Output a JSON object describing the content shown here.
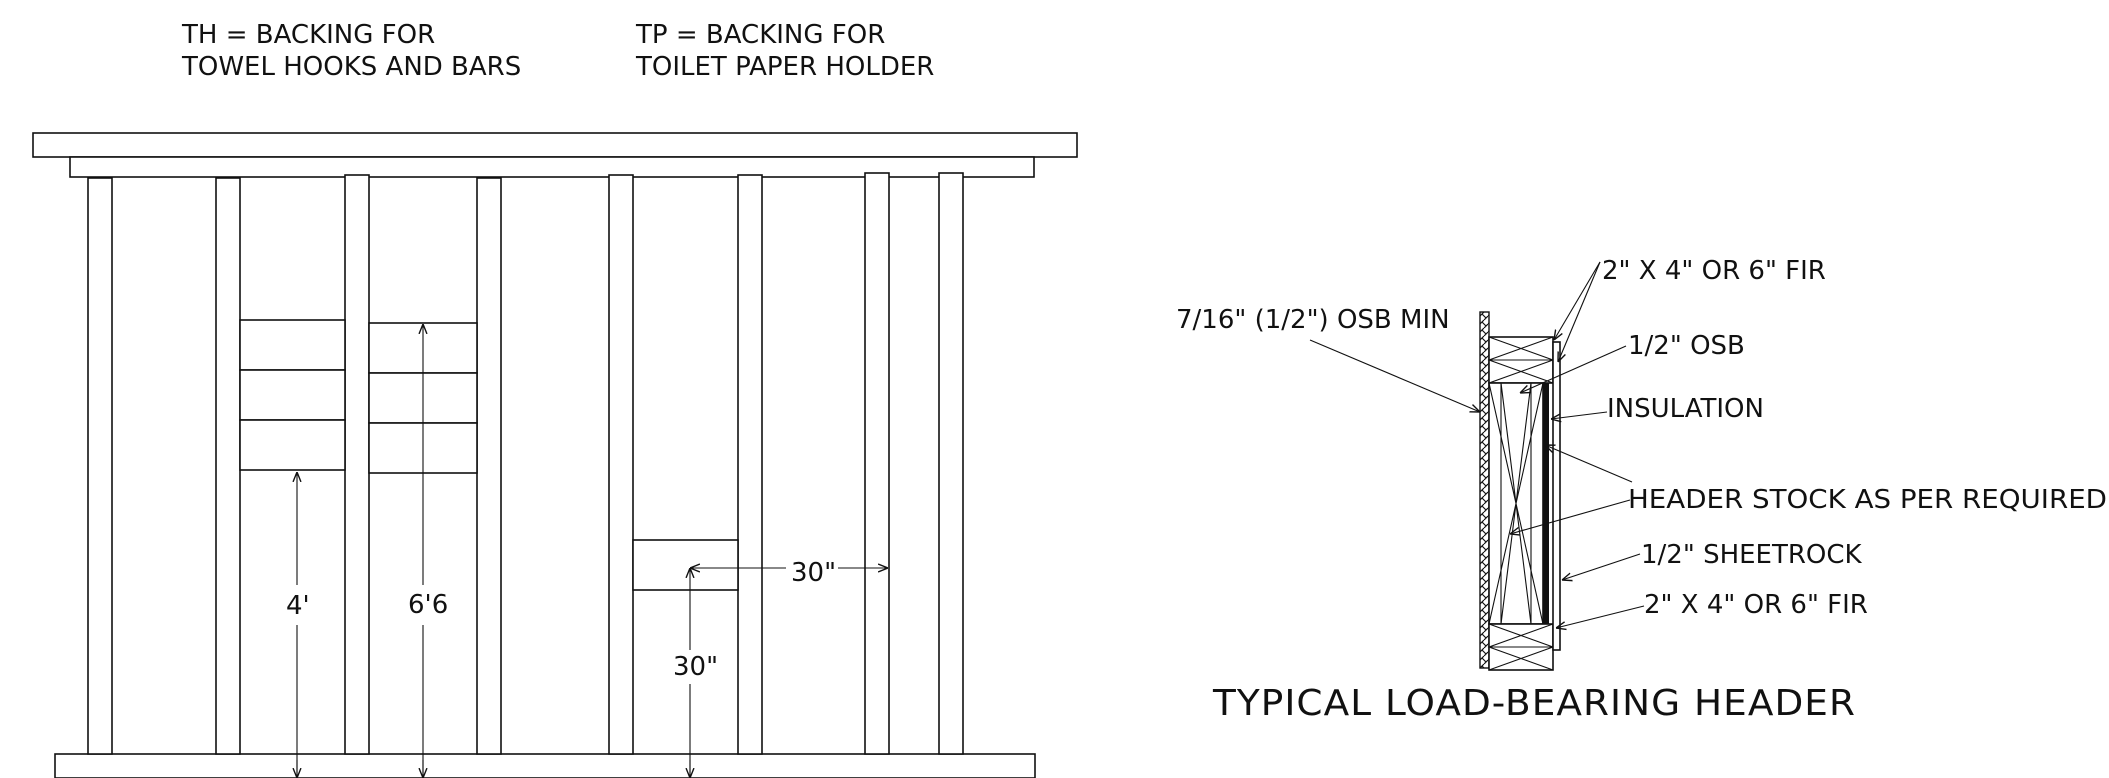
{
  "legend": {
    "th_line1": "TH = BACKING FOR",
    "th_line2": "TOWEL HOOKS AND BARS",
    "tp_line1": "TP = BACKING FOR",
    "tp_line2": "TOILET PAPER HOLDER"
  },
  "elevation": {
    "dim_towel_hooks": "4'",
    "dim_towel_bars": "6'6",
    "dim_tp_horizontal": "30\"",
    "dim_tp_vertical": "30\""
  },
  "header_detail": {
    "title": "TYPICAL LOAD-BEARING HEADER",
    "labels": {
      "osb_min": "7/16\" (1/2\") OSB MIN",
      "fir_top": "2\" X 4\" OR 6\" FIR",
      "osb_half": "1/2\" OSB",
      "insulation": "INSULATION",
      "header_stock": "HEADER STOCK AS PER REQUIRED",
      "sheetrock": "1/2\" SHEETROCK",
      "fir_bottom": "2\" X 4\" OR 6\" FIR"
    }
  }
}
